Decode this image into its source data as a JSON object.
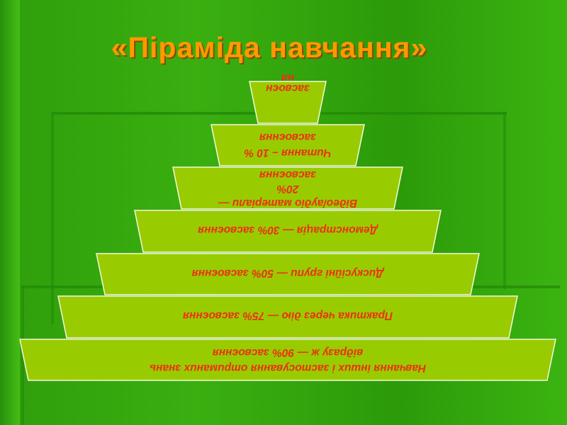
{
  "title": "«Піраміда навчання»",
  "colors": {
    "background": "#34a80d",
    "step_fill": "#99cc00",
    "label_text": "#ee2f14",
    "title_text": "#ff9900"
  },
  "pyramid": {
    "levels": [
      {
        "lines": [
          "Навчання інших і застосування отриманих знань",
          "відразу ж — 90% засвоєння"
        ]
      },
      {
        "lines": [
          "Практика через дію — 75%  засвоєння"
        ]
      },
      {
        "lines": [
          "Дискусійні групи — 50% засвоєння"
        ]
      },
      {
        "lines": [
          "Демонстрація — 30% засвоєння"
        ]
      },
      {
        "lines": [
          "Відео/аудіо матеріали —",
          "20%",
          "засвоєння"
        ]
      },
      {
        "lines": [
          "Читання – 10 %",
          "засвоєння"
        ]
      },
      {
        "lines": [
          "засвоєн",
          "ня"
        ]
      }
    ]
  }
}
